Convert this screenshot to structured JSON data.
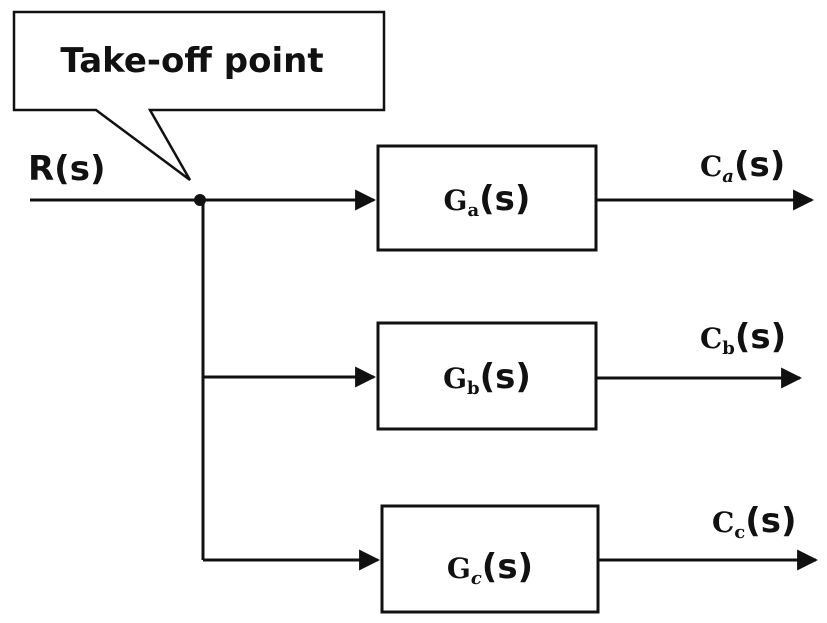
{
  "callout": {
    "label": "Take-off point"
  },
  "input": {
    "label": "R(s)"
  },
  "blocks": [
    {
      "base": "G",
      "sub": "a",
      "arg": "(s)"
    },
    {
      "base": "G",
      "sub": "b",
      "arg": "(s)"
    },
    {
      "base": "G",
      "sub": "c",
      "arg": "(s)"
    }
  ],
  "outputs": [
    {
      "base": "C",
      "sub": "a",
      "arg": "(s)"
    },
    {
      "base": "C",
      "sub": "b",
      "arg": "(s)"
    },
    {
      "base": "C",
      "sub": "c",
      "arg": "(s)"
    }
  ],
  "colors": {
    "stroke": "#111111",
    "background": "#ffffff"
  }
}
